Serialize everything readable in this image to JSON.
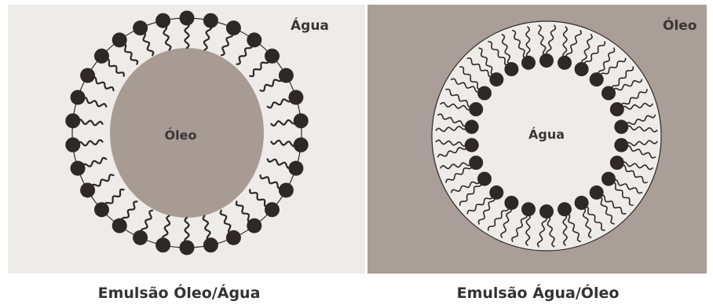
{
  "left_panel": {
    "outer_label": "Água",
    "inner_label": "Óleo",
    "caption": "Emulsão Óleo/Água"
  },
  "right_panel": {
    "outer_label": "Óleo",
    "inner_label": "Água",
    "caption": "Emulsão Água/Óleo"
  },
  "colors": {
    "left_background": "#eeece8",
    "right_background": "#a99e98",
    "oil_droplet": "#a89b94",
    "water_droplet": "#eeece8",
    "molecule": "#2e2828"
  }
}
